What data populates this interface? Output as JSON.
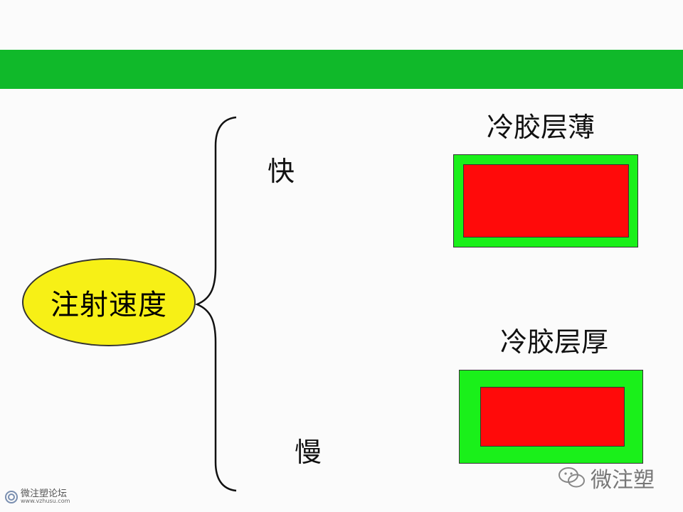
{
  "center_node": {
    "label": "注射速度"
  },
  "branches": [
    {
      "label": "快",
      "result_title": "冷胶层薄"
    },
    {
      "label": "慢",
      "result_title": "冷胶层厚"
    }
  ],
  "watermark_left": {
    "name": "微注塑论坛",
    "url": "www.vzhusu.com"
  },
  "watermark_right": {
    "name": "微注塑"
  },
  "colors": {
    "header_bar": "#10b92a",
    "ellipse_fill": "#f7f016",
    "cold_layer": "#1af01a",
    "melt_core": "#ff0a0a"
  }
}
